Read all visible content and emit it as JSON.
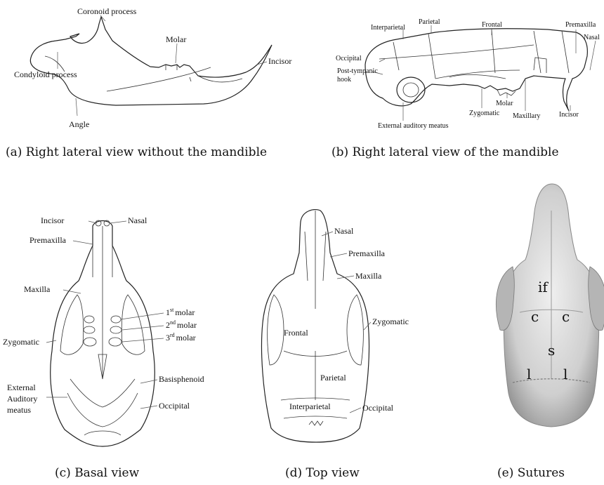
{
  "panels": {
    "a": {
      "caption": "(a)  Right lateral view without the mandible",
      "labels": {
        "coronoid": "Coronoid process",
        "molar": "Molar",
        "incisor": "Incisor",
        "condyloid": "Condyloid process",
        "angle": "Angle"
      }
    },
    "b": {
      "caption": "(b)  Right lateral view of the mandible",
      "labels": {
        "interparietal": "Interparietal",
        "parietal": "Parietal",
        "frontal": "Frontal",
        "premaxilla": "Premaxilla",
        "nasal": "Nasal",
        "occipital": "Occipital",
        "post_tympanic_1": "Post-tympanic",
        "post_tympanic_2": "hook",
        "zygomatic": "Zygomatic",
        "molar": "Molar",
        "maxillary": "Maxillary",
        "incisor": "Incisor",
        "external_auditory": "External auditory meatus"
      }
    },
    "c": {
      "caption": "(c)  Basal view",
      "labels": {
        "incisor": "Incisor",
        "nasal": "Nasal",
        "premaxilla": "Premaxilla",
        "maxilla": "Maxilla",
        "molar1_num": "1",
        "molar1_sup": "st",
        "molar1_word": "molar",
        "molar2_num": "2",
        "molar2_sup": "nd",
        "molar2_word": "molar",
        "molar3_num": "3",
        "molar3_sup": "rd",
        "molar3_word": "molar",
        "zygomatic": "Zygomatic",
        "basisphenoid": "Basisphenoid",
        "ext_1": "External",
        "ext_2": "Auditory",
        "ext_3": "meatus",
        "occipital": "Occipital"
      }
    },
    "d": {
      "caption": "(d)  Top view",
      "labels": {
        "nasal": "Nasal",
        "premaxilla": "Premaxilla",
        "maxilla": "Maxilla",
        "zygomatic": "Zygomatic",
        "frontal": "Frontal",
        "parietal": "Parietal",
        "interparietal": "Interparietal",
        "occipital": "Occipital"
      }
    },
    "e": {
      "caption": "(e)  Sutures",
      "labels": {
        "if": "if",
        "c_left": "c",
        "c_right": "c",
        "s": "s",
        "l_left": "l",
        "l_right": "l"
      }
    }
  }
}
